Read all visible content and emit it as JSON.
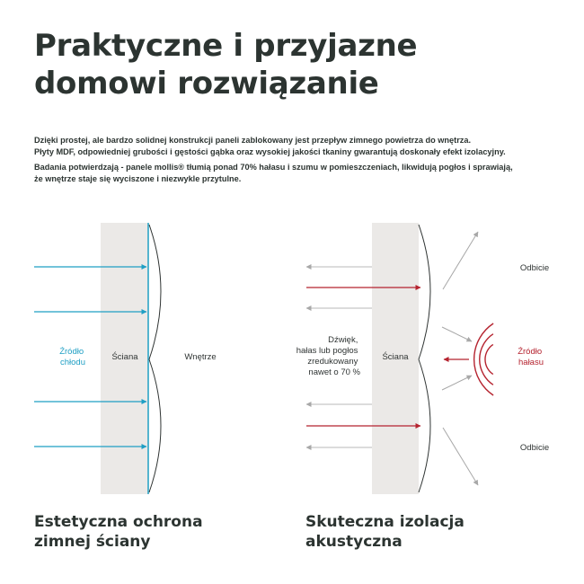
{
  "title": {
    "line1": "Praktyczne i przyjazne",
    "line2": "domowi rozwiązanie"
  },
  "description": {
    "paragraph1": {
      "line1": "Dzięki prostej, ale bardzo solidnej konstrukcji paneli zablokowany jest przepływ zimnego powietrza do wnętrza.",
      "line2": "Płyty MDF, odpowiedniej grubości i gęstości gąbka oraz wysokiej jakości tkaniny gwarantują doskonały efekt izolacyjny."
    },
    "paragraph2": {
      "line1": "Badania potwierdzają - panele mollis® tłumią ponad 70% hałasu i szumu w pomieszczeniach, likwidują pogłos i sprawiają,",
      "line2": "że wnętrze staje się wyciszone i niezwykle przytulne."
    }
  },
  "left_diagram": {
    "source_line1": "Źródło",
    "source_line2": "chłodu",
    "wall_label": "Ściana",
    "interior_label": "Wnętrze",
    "caption_line1": "Estetyczna ochrona",
    "caption_line2": "zimnej ściany"
  },
  "right_diagram": {
    "note_line1": "Dźwięk,",
    "note_line2": "hałas lub pogłos",
    "note_line3": "zredukowany",
    "note_line4": "nawet o 70 %",
    "wall_label": "Ściana",
    "reflection_top": "Odbicie",
    "reflection_bottom": "Odbicie",
    "source_line1": "Źródło",
    "source_line2": "hałasu",
    "caption_line1": "Skuteczna izolacja",
    "caption_line2": "akustyczna"
  },
  "colors": {
    "cold": "#1f9fc4",
    "noise": "#b5232f",
    "wall": "#ebe9e7",
    "muted": "#b8b8b8",
    "text": "#2c3431"
  }
}
